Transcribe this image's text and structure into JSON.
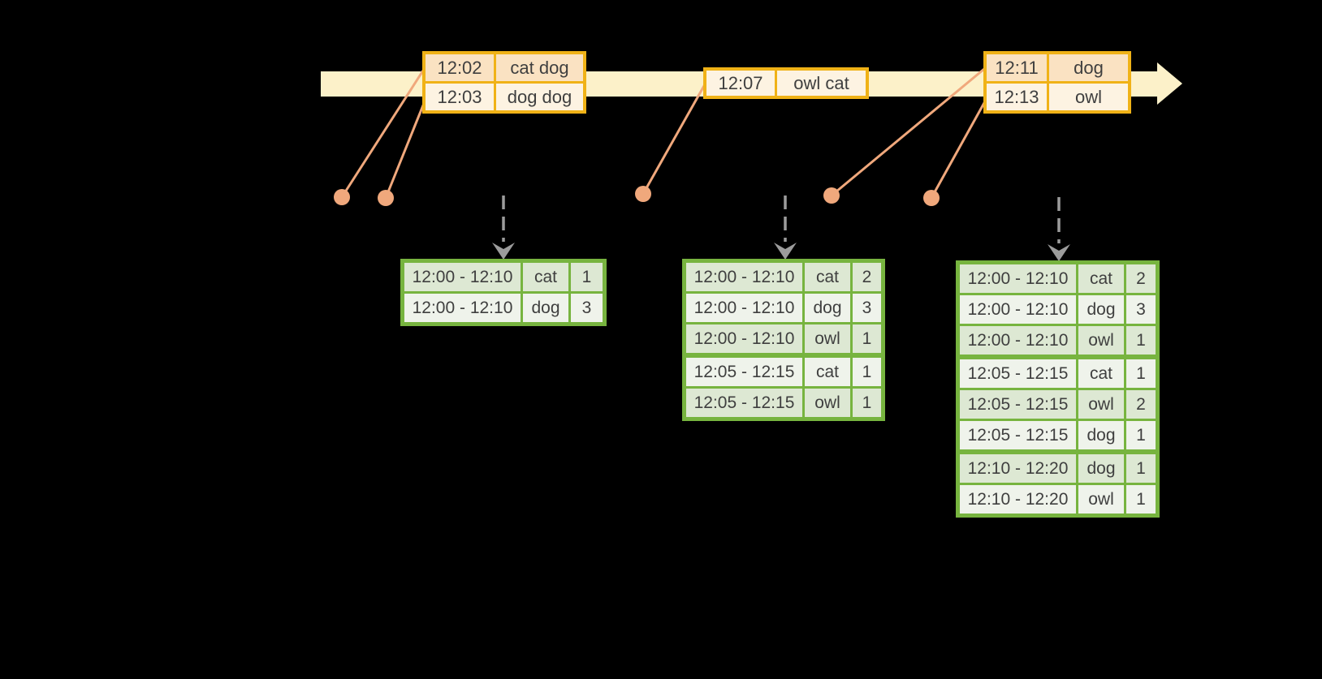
{
  "events": [
    {
      "time": "12:02",
      "words": "cat dog"
    },
    {
      "time": "12:03",
      "words": "dog dog"
    },
    {
      "time": "12:07",
      "words": "owl cat"
    },
    {
      "time": "12:11",
      "words": "dog"
    },
    {
      "time": "12:13",
      "words": "owl"
    }
  ],
  "tables": [
    {
      "rows": [
        {
          "window": "12:00 - 12:10",
          "word": "cat",
          "count": 1
        },
        {
          "window": "12:00 - 12:10",
          "word": "dog",
          "count": 3
        }
      ]
    },
    {
      "rows": [
        {
          "window": "12:00 - 12:10",
          "word": "cat",
          "count": 2
        },
        {
          "window": "12:00 - 12:10",
          "word": "dog",
          "count": 3
        },
        {
          "window": "12:00 - 12:10",
          "word": "owl",
          "count": 1
        },
        {
          "window": "12:05 - 12:15",
          "word": "cat",
          "count": 1
        },
        {
          "window": "12:05 - 12:15",
          "word": "owl",
          "count": 1
        }
      ]
    },
    {
      "rows": [
        {
          "window": "12:00 - 12:10",
          "word": "cat",
          "count": 2
        },
        {
          "window": "12:00 - 12:10",
          "word": "dog",
          "count": 3
        },
        {
          "window": "12:00 - 12:10",
          "word": "owl",
          "count": 1
        },
        {
          "window": "12:05 - 12:15",
          "word": "cat",
          "count": 1
        },
        {
          "window": "12:05 - 12:15",
          "word": "owl",
          "count": 2
        },
        {
          "window": "12:05 - 12:15",
          "word": "dog",
          "count": 1
        },
        {
          "window": "12:10 - 12:20",
          "word": "dog",
          "count": 1
        },
        {
          "window": "12:10 - 12:20",
          "word": "owl",
          "count": 1
        }
      ]
    }
  ],
  "colors": {
    "background": "#000000",
    "timeline_fill": "#fcf1c9",
    "event_border_gold": "#f0b217",
    "event_row_peach": "#fae2c2",
    "event_row_cream": "#fdf3e2",
    "connector_salmon": "#f0a87c",
    "result_border_green": "#77b43f",
    "result_row_green": "#dde8d3",
    "result_row_white": "#eff3eb",
    "trigger_arrow_gray": "#9c9c9c",
    "text": "#3f3f3f"
  }
}
